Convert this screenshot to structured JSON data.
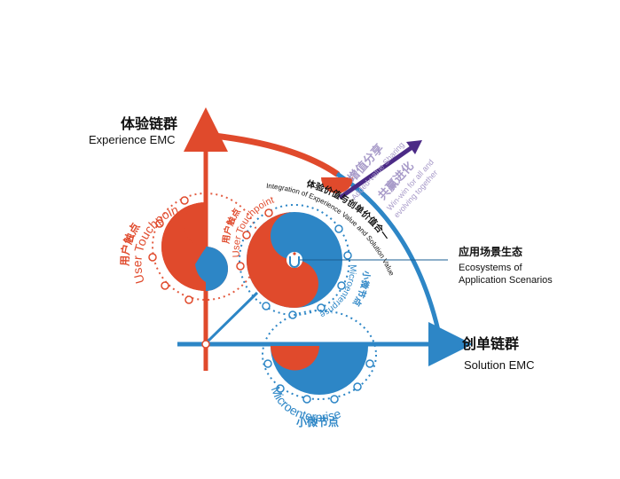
{
  "axes": {
    "experience_zh": "体验链群",
    "experience_en": "Experience EMC",
    "solution_zh": "创单链群",
    "solution_en": "Solution EMC"
  },
  "labels": {
    "integration_zh": "体验价值与创单价值合一",
    "integration_en_1": "Integration of Experience Value and Solution Value",
    "added_value_zh": "增值分享",
    "added_value_en": "Added-value Sharing",
    "win_win_zh": "共赢进化",
    "win_win_en_1": "Win-win for all and",
    "win_win_en_2": "evolving together",
    "ecosystem_zh": "应用场景生态",
    "ecosystem_en_1": "Ecosystems of",
    "ecosystem_en_2": "Application Scenarios",
    "user_touchpoint_zh": "用户触点",
    "user_touchpoint_en": "User Touchpoint",
    "microenterprise_zh": "小微节点",
    "microenterprise_en": "Microenterprise"
  },
  "colors": {
    "red": "#e04a2c",
    "blue": "#2d86c6",
    "purple": "#4b2a86",
    "lavender": "#a89bc9",
    "text": "#111111"
  }
}
